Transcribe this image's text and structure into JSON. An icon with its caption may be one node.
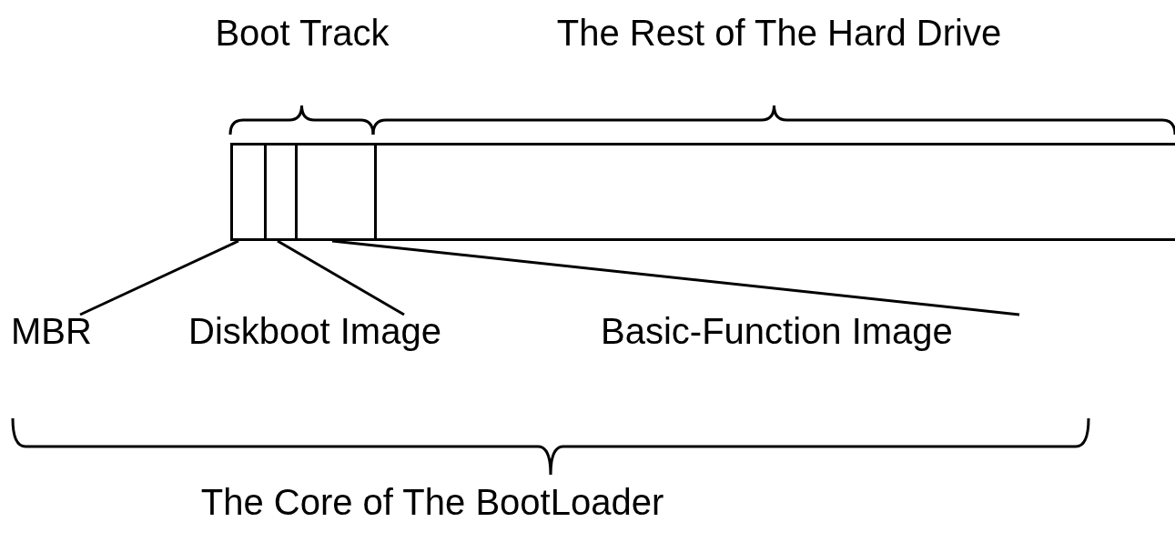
{
  "diagram": {
    "nodes": [
      {
        "text": [],
        "shape": "bar"
      },
      {
        "text": [],
        "shape": "box",
        "in": 0
      },
      {
        "text": [],
        "shape": "box",
        "in": 0
      },
      {
        "text": [],
        "shape": "box",
        "in": 0
      },
      {
        "text": [
          "MBR"
        ]
      },
      {
        "text": [
          "Diskboot Image"
        ]
      },
      {
        "text": [
          "Basic-Function Image"
        ]
      }
    ],
    "edges": [
      {
        "from": 4,
        "to": 1,
        "arrow": "none"
      },
      {
        "from": 5,
        "to": 2,
        "arrow": "none"
      },
      {
        "from": 6,
        "to": 3,
        "arrow": "none"
      }
    ],
    "labels": [
      "Boot Track",
      "The Rest of The Hard Drive",
      "The Core of The BootLoader"
    ]
  }
}
